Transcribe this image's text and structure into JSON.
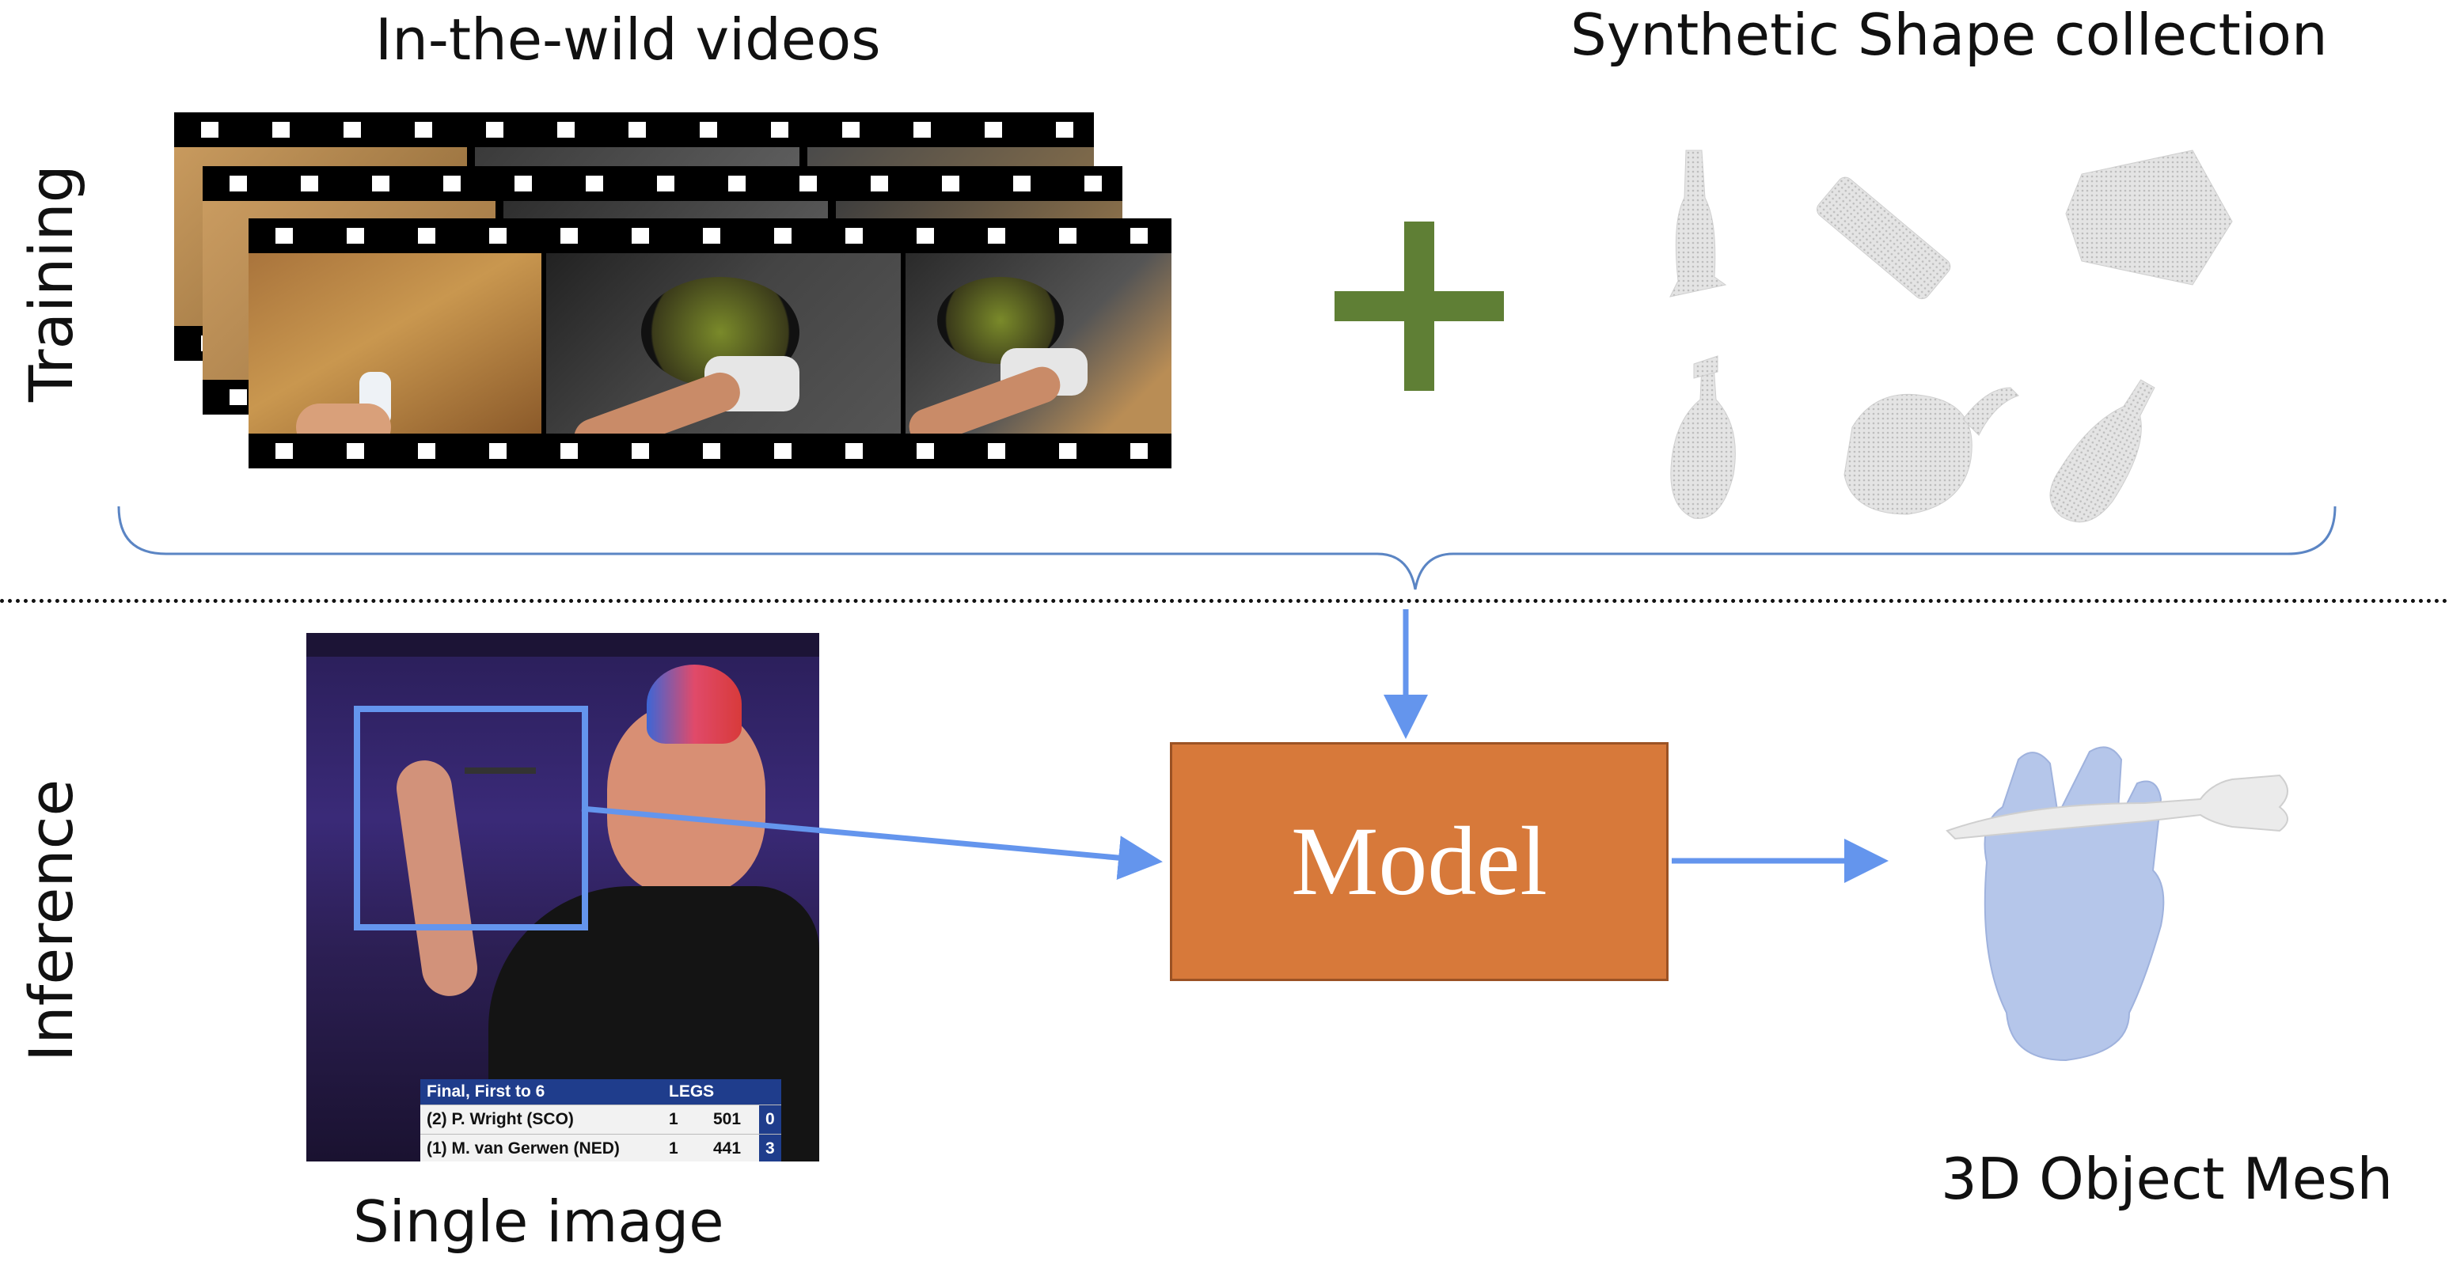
{
  "sections": {
    "training_label": "Training",
    "inference_label": "Inference"
  },
  "training": {
    "videos_title": "In-the-wild videos",
    "shapes_title": "Synthetic Shape collection",
    "plus_color": "#5f7f35",
    "shapes": [
      "bottle-shape",
      "sponge-shape",
      "box-shape",
      "spray-bottle-shape",
      "pitcher-shape",
      "flask-shape"
    ]
  },
  "inference": {
    "input_caption": "Single image",
    "model_label": "Model",
    "output_caption": "3D Object Mesh",
    "model_color": "#d7793a",
    "arrow_color": "#6495ed",
    "scoreboard": {
      "title": "Final, First to 6",
      "legs_header": "LEGS",
      "rows": [
        {
          "player": "(2) P. Wright (SCO)",
          "legs": "1",
          "score": "501",
          "sets": "0"
        },
        {
          "player": "(1) M. van Gerwen (NED)",
          "legs": "1",
          "score": "441",
          "sets": "3"
        }
      ]
    }
  }
}
